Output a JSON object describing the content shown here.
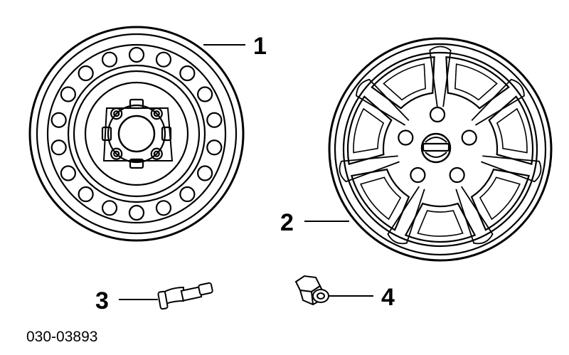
{
  "diagram": {
    "callouts": [
      {
        "label": "1",
        "part": "steel-wheel"
      },
      {
        "label": "2",
        "part": "wheel-cover"
      },
      {
        "label": "3",
        "part": "valve-stem"
      },
      {
        "label": "4",
        "part": "lug-nut"
      }
    ],
    "figure_number": "030-03893"
  },
  "colors": {
    "line": "#000000",
    "background": "#ffffff"
  }
}
